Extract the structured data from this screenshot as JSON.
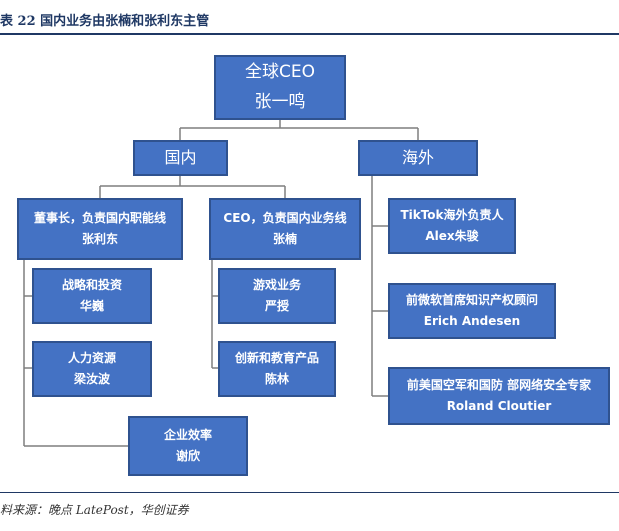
{
  "header": {
    "title": "表 22  国内业务由张楠和张利东主管"
  },
  "footer": {
    "source": "料来源：晚点 LatePost，华创证券"
  },
  "org": {
    "root": {
      "line1": "全球CEO",
      "line2": "张一鸣"
    },
    "domestic": {
      "label": "国内"
    },
    "overseas": {
      "label": "海外"
    },
    "zhang_lidong": {
      "line1": "董事长，负责国内职能线",
      "line2": "张利东"
    },
    "zhang_nan": {
      "line1": "CEO，负责国内业务线",
      "line2": "张楠"
    },
    "strategy": {
      "line1": "战略和投资",
      "line2": "华巍"
    },
    "hr": {
      "line1": "人力资源",
      "line2": "梁汝波"
    },
    "efficiency": {
      "line1": "企业效率",
      "line2": "谢欣"
    },
    "gaming": {
      "line1": "游戏业务",
      "line2": "严授"
    },
    "education": {
      "line1": "创新和教育产品",
      "line2": "陈林"
    },
    "tiktok": {
      "line1": "TikTok海外负责人",
      "line2": "Alex朱骏"
    },
    "ip": {
      "line1": "前微软首席知识产权顾问",
      "line2": "Erich Andesen"
    },
    "security": {
      "line1": "前美国空军和国防 部网络安全专家",
      "line2": "Roland Cloutier"
    }
  },
  "colors": {
    "box_fill": "#4472c4",
    "box_border": "#2f528f",
    "line": "#7f7f7f",
    "accent": "#1f3864"
  }
}
